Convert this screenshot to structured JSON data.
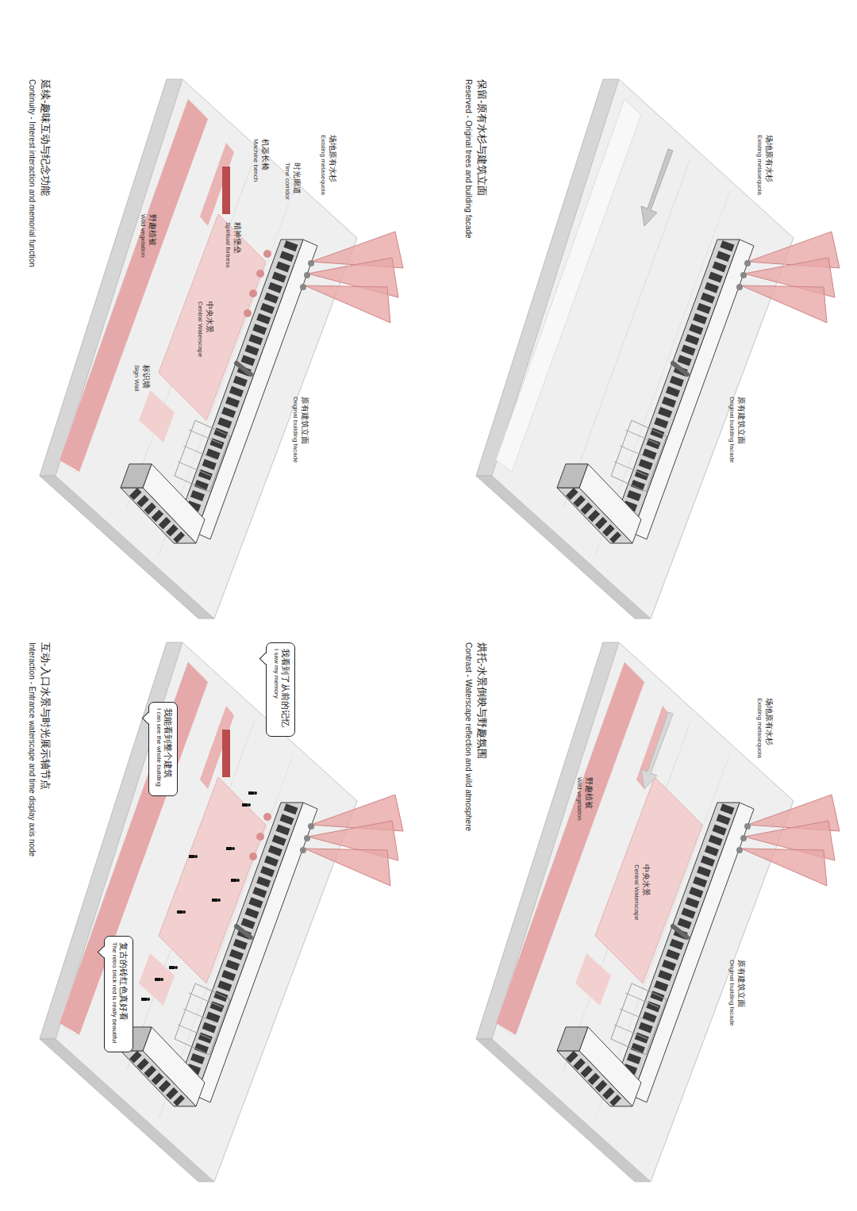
{
  "diagram": {
    "nodes": [
      {
        "text": [
          "我看到了从前的记忆",
          "I saw my memory"
        ]
      },
      {
        "text": [
          "我能看到整个建筑",
          "I can see the whole building"
        ]
      },
      {
        "text": [
          "复古的砖红色真好看",
          "The retro brick red is really beautiful"
        ]
      }
    ],
    "labels": [
      "保留-原有水杉与建筑立面",
      "Reserved - Original trees and building facade",
      "场地原有水杉",
      "Existing metasequoia",
      "原有建筑立面",
      "Original building facade",
      "烘托-水景倒映与野趣氛围",
      "Contrast - Waterscape reflection and wild atmosphere",
      "场地原有水杉",
      "Existing metasequoia",
      "中央水景",
      "Central Waterscape",
      "原有建筑立面",
      "Original building facade",
      "野趣植被",
      "Wild vegetation",
      "延续-趣味互动与纪念功能",
      "Continuity - Interest interaction and memorial function",
      "场地原有水杉",
      "Existing metasequoia",
      "时光廊道",
      "Time corridor",
      "机器长椅",
      "Machine bench",
      "精神堡垒",
      "Spiritual fortress",
      "标识墙",
      "Sign Wall",
      "中央水景",
      "Central Waterscape",
      "原有建筑立面",
      "Original building facade",
      "野趣植被",
      "Wild vegetation",
      "互动-入口水景与时光展示轴节点",
      "Interaction - Entrance waterscape and time display axis node"
    ]
  }
}
